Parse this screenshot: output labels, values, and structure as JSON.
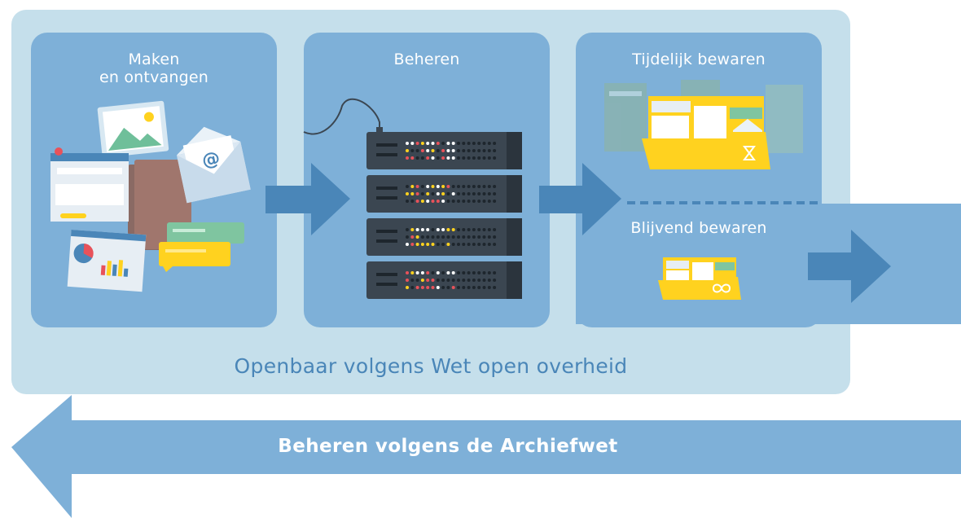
{
  "panels": {
    "make": {
      "title_line1": "Maken",
      "title_line2": "en ontvangen"
    },
    "manage": {
      "title": "Beheren"
    },
    "temporary": {
      "title": "Tijdelijk bewaren"
    },
    "permanent": {
      "title": "Blijvend bewaren"
    }
  },
  "captions": {
    "public": "Openbaar volgens Wet open overheid",
    "archive": "Beheren volgens de Archiefwet"
  },
  "illustrations": {
    "make": [
      "photo-icon",
      "browser-window-icon",
      "folder-icon",
      "email-at-icon",
      "chat-bubble-icon",
      "chart-window-icon"
    ],
    "manage": [
      "server-rack-icon"
    ],
    "temporary": [
      "folder-stack-icon",
      "hourglass-icon"
    ],
    "permanent": [
      "folder-stack-icon",
      "infinity-icon"
    ]
  },
  "colors": {
    "outer_bg": "#c5dfeb",
    "panel_bg": "#7eb0d8",
    "arrow": "#4a86b8",
    "band": "#7eb0d8",
    "bottom_arrow": "#7eb0d8",
    "server": "#3b4651",
    "folder_yellow": "#ffd21f",
    "text_dark_blue": "#4a86b8"
  }
}
